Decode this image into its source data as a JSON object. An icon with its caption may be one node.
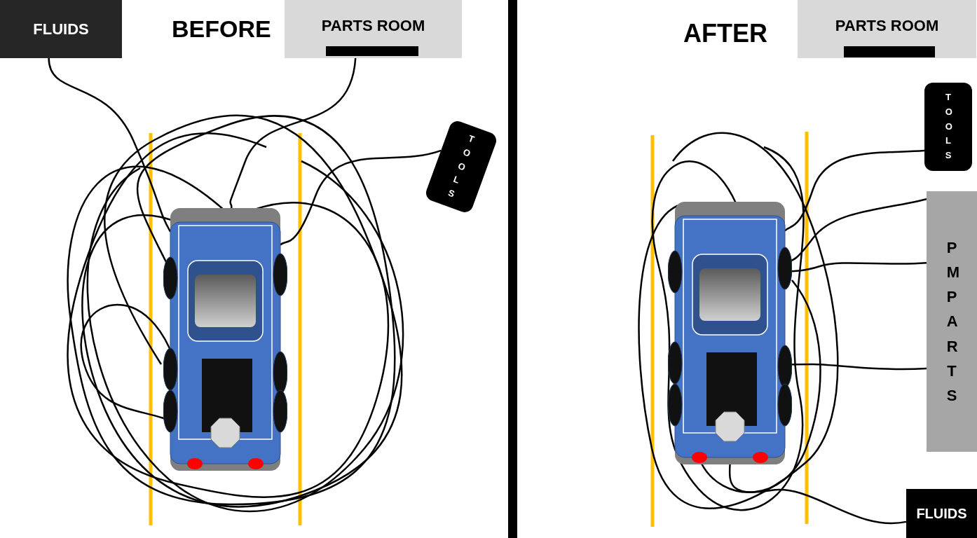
{
  "diagram": {
    "nodes": [
      {
        "text": [
          "FLUIDS"
        ]
      },
      {
        "text": [
          "PARTS ROOM"
        ]
      },
      {
        "text": [
          "TOOLS"
        ]
      },
      {
        "text": [],
        "shape": "picture"
      },
      {
        "text": [
          "PARTS ROOM"
        ]
      },
      {
        "text": [
          "TOOLS"
        ]
      },
      {
        "text": [
          "PM PARTS"
        ]
      },
      {
        "text": [
          "FLUIDS"
        ]
      },
      {
        "text": [],
        "shape": "picture"
      },
      {
        "text": [],
        "shape": "bar",
        "in": 1
      },
      {
        "text": [],
        "shape": "bar",
        "in": 4
      }
    ],
    "edges": [
      {
        "from": 0,
        "to": 3,
        "arrow": "none"
      },
      {
        "from": 1,
        "to": 3,
        "arrow": "none"
      },
      {
        "from": 2,
        "to": 3,
        "arrow": "none"
      },
      {
        "from": 5,
        "to": 8,
        "arrow": "none"
      },
      {
        "from": 6,
        "to": 8,
        "arrow": "none"
      },
      {
        "from": 6,
        "to": 8,
        "arrow": "none"
      },
      {
        "from": 6,
        "to": 8,
        "arrow": "none"
      },
      {
        "from": 7,
        "to": 8,
        "arrow": "none"
      }
    ],
    "labels": [
      "BEFORE",
      "AFTER"
    ]
  }
}
